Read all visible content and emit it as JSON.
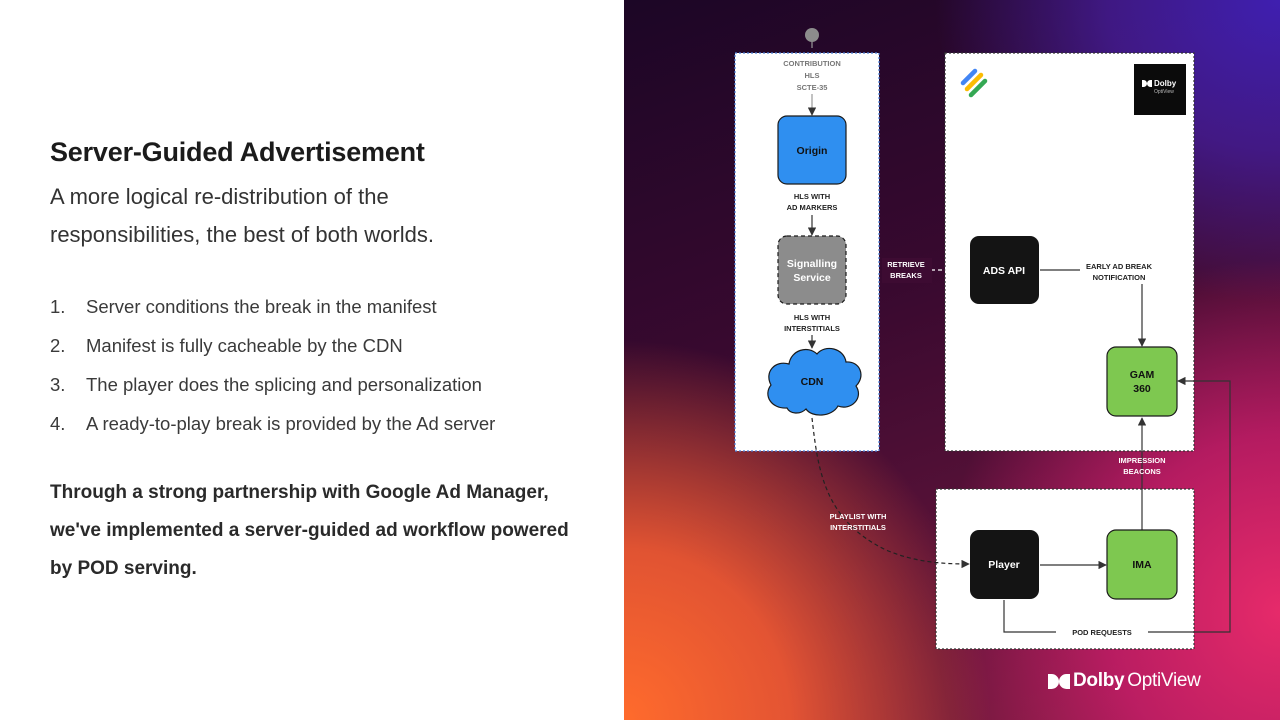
{
  "title": "Server-Guided Advertisement",
  "subtitle": "A more logical re-distribution of the responsibilities, the best of both worlds.",
  "points": [
    {
      "num": "1.",
      "text": "Server conditions the break in the manifest"
    },
    {
      "num": "2.",
      "text": "Manifest is fully cacheable by the CDN"
    },
    {
      "num": "3.",
      "text": "The player does the splicing and personalization"
    },
    {
      "num": "4.",
      "text": "A ready-to-play break is provided by the Ad server"
    }
  ],
  "closing": "Through a strong partnership with Google Ad Manager, we've implemented a server-guided ad workflow powered by POD serving.",
  "diagram": {
    "input_label": [
      "CONTRIBUTION",
      "HLS",
      "SCTE-35"
    ],
    "nodes": {
      "origin": "Origin",
      "signalling": [
        "Signalling",
        "Service"
      ],
      "cdn": "CDN",
      "ads_api": "ADS API",
      "gam": [
        "GAM",
        "360"
      ],
      "player": "Player",
      "ima": "IMA"
    },
    "edges": {
      "hls_ad_markers": [
        "HLS WITH",
        "AD MARKERS"
      ],
      "hls_interstitials": [
        "HLS WITH",
        "INTERSTITIALS"
      ],
      "retrieve_breaks": [
        "RETRIEVE",
        "BREAKS"
      ],
      "early_notification": [
        "EARLY AD BREAK",
        "NOTIFICATION"
      ],
      "impression_beacons": [
        "IMPRESSION",
        "BEACONS"
      ],
      "playlist_interstitials": [
        "PLAYLIST WITH",
        "INTERSTITIALS"
      ],
      "pod_requests": "POD REQUESTS"
    },
    "colors": {
      "origin": "#2f8ff0",
      "cdn": "#2f8ff0",
      "signalling": "#8c8c8c",
      "dark_node": "#141414",
      "green_node": "#7ec850",
      "edge": "#333333",
      "edge_light": "#ffffff"
    }
  },
  "badge": {
    "brand": "Dolby",
    "product": "OptiView"
  },
  "footer_logo": {
    "brand": "Dolby",
    "product": "OptiView"
  }
}
